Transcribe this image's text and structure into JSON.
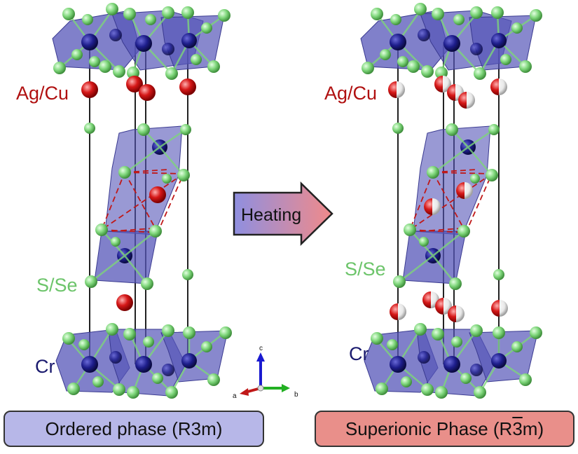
{
  "labels": {
    "ag_cu": "Ag/Cu",
    "s_se": "S/Se",
    "cr": "Cr",
    "heating": "Heating"
  },
  "axes": {
    "a": "a",
    "b": "b",
    "c": "c"
  },
  "captions": {
    "left": "Ordered phase (R3m)",
    "right_prefix": "Superionic Phase (R",
    "right_overline": "3",
    "right_suffix": "m)"
  },
  "colors": {
    "ag_cu_atom": "#d61818",
    "s_se_atom": "#7ed67a",
    "cr_atom": "#1e1e8c",
    "octahedron": "#5555b8",
    "left_caption_bg": "#b7b7e8",
    "right_caption_bg": "#e98f8a",
    "label_red": "#b01010",
    "label_green": "#6cc46a",
    "label_blue": "#1a1a6e"
  }
}
